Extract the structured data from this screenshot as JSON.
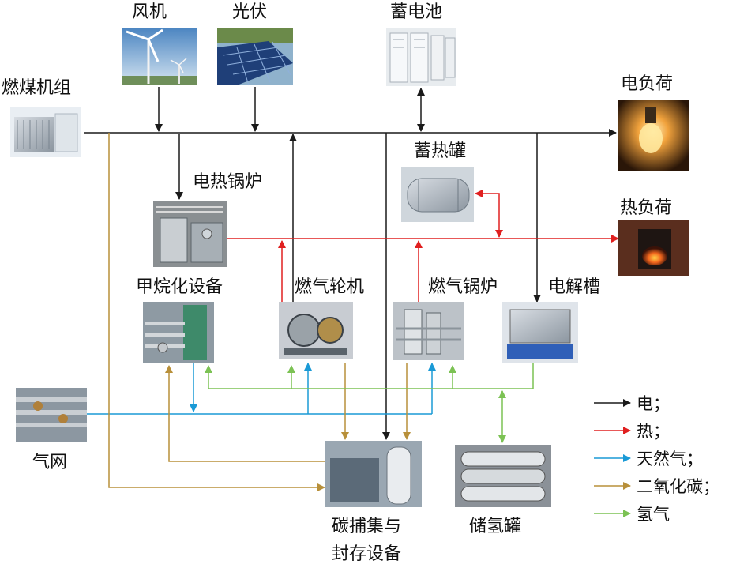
{
  "labels": {
    "wind": "风机",
    "pv": "光伏",
    "battery": "蓄电池",
    "coal": "燃煤机组",
    "electric_load": "电负荷",
    "heat_storage": "蓄热罐",
    "electric_boiler": "电热锅炉",
    "heat_load": "热负荷",
    "methanation": "甲烷化设备",
    "gas_turbine": "燃气轮机",
    "gas_boiler": "燃气锅炉",
    "electrolyzer": "电解槽",
    "gas_grid": "气网",
    "ccs_line1": "碳捕集与",
    "ccs_line2": "封存设备",
    "h2_tank": "储氢罐"
  },
  "legend": [
    {
      "label": "电；",
      "color": "#1a1a1a"
    },
    {
      "label": "热；",
      "color": "#e02020"
    },
    {
      "label": "天然气；",
      "color": "#1a9ad6"
    },
    {
      "label": "二氧化碳；",
      "color": "#b8903a"
    },
    {
      "label": "氢气",
      "color": "#7cc254"
    }
  ],
  "colors": {
    "electric": "#1a1a1a",
    "heat": "#e02020",
    "gas": "#1a9ad6",
    "co2": "#b8903a",
    "h2": "#7cc254"
  }
}
